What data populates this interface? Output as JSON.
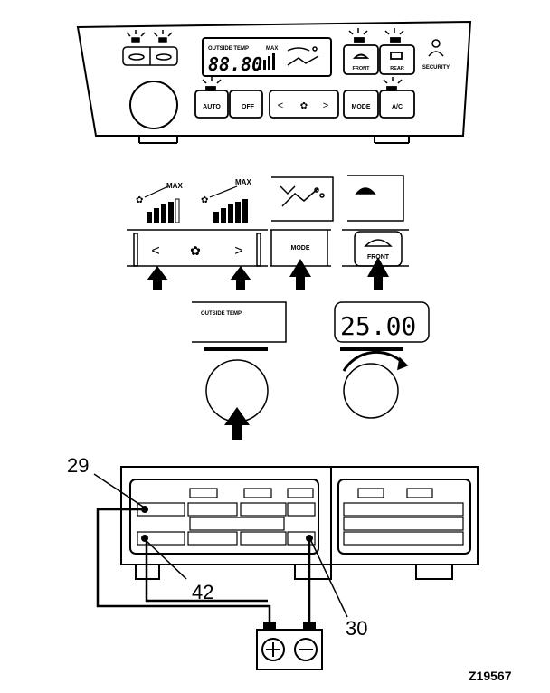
{
  "panel": {
    "outside_temp_label": "OUTSIDE TEMP",
    "outside_temp_value": "88.80",
    "max_label": "MAX",
    "buttons": {
      "auto": "AUTO",
      "off": "OFF",
      "left_arrow": "<",
      "right_arrow": ">",
      "mode": "MODE",
      "ac": "A/C",
      "front": "FRONT",
      "rear": "REAR"
    },
    "security_label": "SECURITY"
  },
  "details": {
    "max_label_left": "MAX",
    "max_label_right": "MAX",
    "left_arrow": "<",
    "right_arrow": ">",
    "mode_label": "MODE",
    "front_label": "FRONT",
    "outside_temp_label": "OUTSIDE TEMP",
    "temp_display": "25.00"
  },
  "connector": {
    "pin_29": "29",
    "pin_42": "42",
    "pin_30": "30"
  },
  "figure_id": "Z19567",
  "icons": [
    "fan-icon",
    "defroster-icon",
    "rear-defogger-icon",
    "mode-icon",
    "security-icon",
    "battery-plus-icon",
    "battery-minus-icon"
  ]
}
